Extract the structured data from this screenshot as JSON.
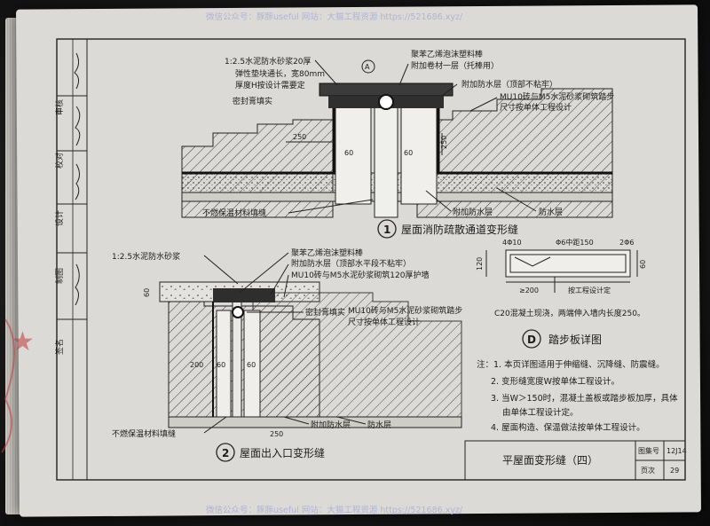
{
  "watermark": {
    "top": "微信公众号：豚豚useful  网站：大猫工程资源 https://521686.xyz/",
    "bottom": "微信公众号：豚豚useful  网站：大猫工程资源 https://521686.xyz/"
  },
  "strip": [
    "审核",
    "校对",
    "设计",
    "制图",
    "签名"
  ],
  "detail1": {
    "number": "1",
    "title": "屋面消防疏散通道变形缝",
    "ref": "A",
    "dims": [
      "250",
      "60"
    ],
    "labels": [
      "1:2.5水泥防水砂浆20厚",
      "弹性垫块通长，宽80mm",
      "厚度H按设计需要定",
      "密封膏填实",
      "聚苯乙烯泡沫塑料棒",
      "附加卷材一层（托棒用）",
      "附加防水层（顶部不粘牢）",
      "MU10砖与M5水泥砂浆砌筑踏步",
      "尺寸按单体工程设计",
      "不燃保温材料填缝",
      "附加防水层",
      "防水层"
    ]
  },
  "detail2": {
    "number": "2",
    "title": "屋面出入口变形缝",
    "dims": [
      "200",
      "60",
      "250"
    ],
    "labels": [
      "1:2.5水泥防水砂浆",
      "聚苯乙烯泡沫塑料棒",
      "附加防水层（顶部水平段不粘牢）",
      "MU10砖与M5水泥砂浆砌筑120厚护墙",
      "密封膏填实",
      "MU10砖与M5水泥砂浆砌筑踏步",
      "尺寸按单体工程设计",
      "不燃保温材料填缝",
      "附加防水层",
      "防水层"
    ]
  },
  "stepPlate": {
    "letter": "D",
    "title": "踏步板详图",
    "labels": [
      "4Φ10",
      "Φ6中距150",
      "2Φ6",
      "120",
      "60",
      "≥200",
      "按工程设计定"
    ],
    "note": "C20混凝土现浇，两端伸入墙内长度250。"
  },
  "notes": [
    "注：1. 本页详图适用于伸缩缝、沉降缝、防震缝。",
    "2. 变形缝宽度W按单体工程设计。",
    "3. 当W＞150时，混凝土盖板或踏步板加厚，具体",
    "由单体工程设计定。",
    "4. 屋面构造、保温做法按单体工程设计。"
  ],
  "titleBlock": {
    "title": "平屋面变形缝（四）",
    "atlasLabel": "图集号",
    "atlasNo": "12J14",
    "pageLabel": "页次",
    "page": "29"
  }
}
